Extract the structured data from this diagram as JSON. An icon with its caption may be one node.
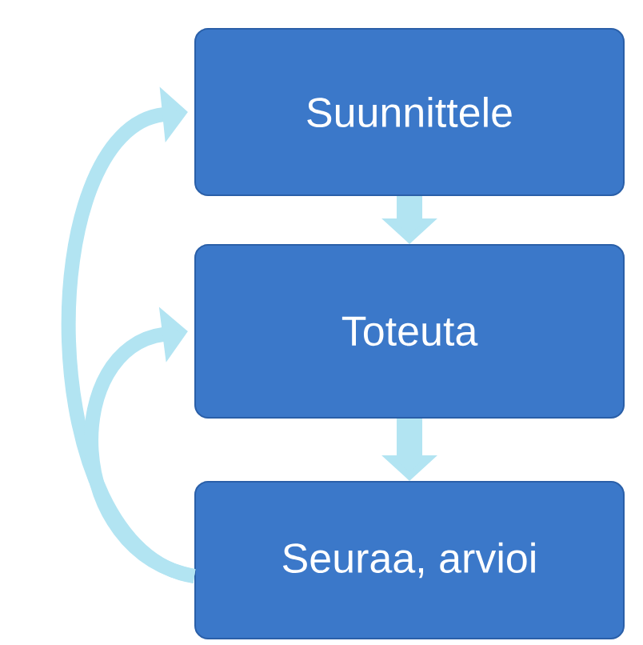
{
  "diagram": {
    "nodes": [
      {
        "text": [
          "Suunnittele"
        ]
      },
      {
        "text": [
          "Toteuta"
        ]
      },
      {
        "text": [
          "Seuraa, arvioi"
        ]
      }
    ],
    "edges": [
      {
        "from": 0,
        "to": 1,
        "arrow": "to"
      },
      {
        "from": 1,
        "to": 2,
        "arrow": "to"
      },
      {
        "from": 2,
        "to": 0,
        "arrow": "to"
      },
      {
        "from": 2,
        "to": 1,
        "arrow": "to"
      }
    ]
  }
}
